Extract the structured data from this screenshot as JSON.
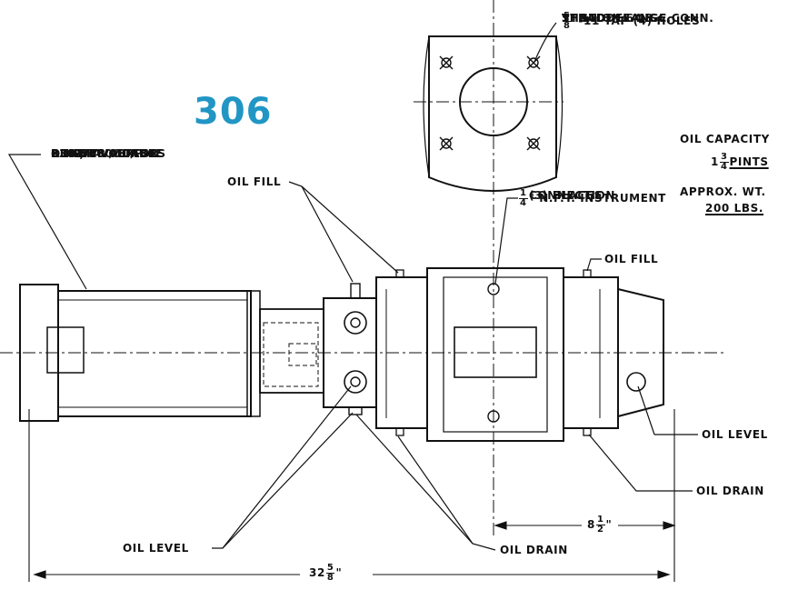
{
  "page_number": "306",
  "labels": {
    "flange": {
      "line1": "3\" STD. FLANGE CONN.",
      "line2_num": "5",
      "line2_den": "8",
      "line2_rest": "\"-11 TAP (4) HOLES",
      "line3": "THRU ON 6\" B.C.",
      "line4": "STRADDLE ℄'S"
    },
    "motor": {
      "line1": "BLOWER MOTOR",
      "line2": "2 HP, 3600 RPM.",
      "line3": "230-460 / 3 / 60",
      "line4": "OTHER VOLTAGES",
      "line5": "& HZ. AVAILABLE"
    },
    "oil_capacity": {
      "title": "OIL CAPACITY",
      "whole": "1",
      "num": "3",
      "den": "4",
      "unit": "PINTS"
    },
    "weight": {
      "title": "APPROX. WT.",
      "value": "200 LBS."
    },
    "npt": {
      "num": "1",
      "den": "4",
      "line1_rest": "\" N.P.T. INSTRUMENT",
      "line2": "CONNECTION",
      "line3": "(3) PLACES"
    },
    "oil_fill_left": "OIL FILL",
    "oil_fill_right": "OIL FILL",
    "oil_level_right": "OIL LEVEL",
    "oil_drain_right": "OIL DRAIN",
    "oil_level_bottom": "OIL LEVEL",
    "oil_drain_bottom": "OIL DRAIN",
    "dim_8": {
      "whole": "8",
      "num": "1",
      "den": "2",
      "suffix": "\""
    },
    "dim_32": {
      "whole": "32",
      "num": "5",
      "den": "8",
      "suffix": "\""
    }
  },
  "colors": {
    "ink": "#111111",
    "accent": "#2196c4"
  }
}
